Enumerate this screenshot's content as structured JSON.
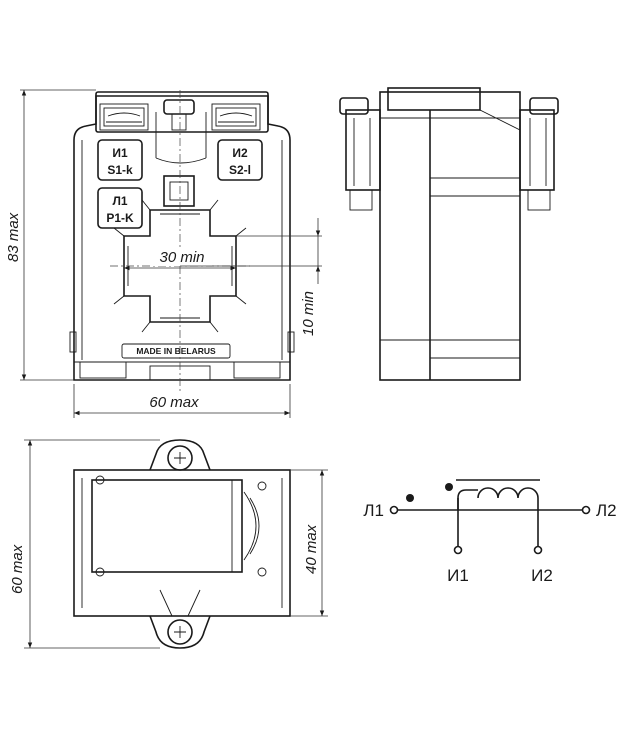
{
  "front_view": {
    "height_dim": "83 max",
    "width_dim": "60 max",
    "window_dim": "30 min",
    "offset_dim": "10 min",
    "terminal_left_line1": "И1",
    "terminal_left_line2": "S1-k",
    "terminal_right_line1": "И2",
    "terminal_right_line2": "S2-l",
    "primary_line1": "Л1",
    "primary_line2": "P1-K",
    "stamp": "MADE IN BELARUS"
  },
  "bottom_view": {
    "height_dim": "60 max",
    "depth_dim": "40 max"
  },
  "schematic": {
    "primary_in": "Л1",
    "primary_out": "Л2",
    "secondary_start": "И1",
    "secondary_end": "И2"
  }
}
